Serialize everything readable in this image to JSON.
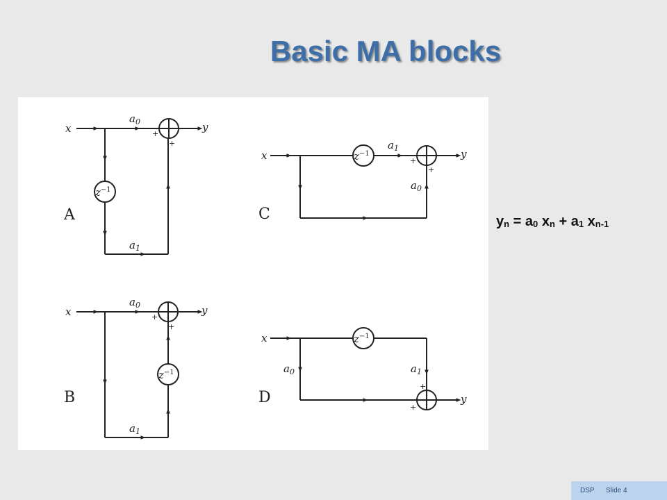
{
  "slide": {
    "title": "Basic MA blocks"
  },
  "diagrams": {
    "A": {
      "label": "A",
      "input": "x",
      "output": "y",
      "top_coef": "a",
      "top_coef_sub": "0",
      "bottom_coef": "a",
      "bottom_coef_sub": "1",
      "delay": "z",
      "delay_exp": "−1",
      "sum_sign_left": "+",
      "sum_sign_bottom": "+"
    },
    "B": {
      "label": "B",
      "input": "x",
      "output": "y",
      "top_coef": "a",
      "top_coef_sub": "0",
      "bottom_coef": "a",
      "bottom_coef_sub": "1",
      "delay": "z",
      "delay_exp": "−1",
      "sum_sign_left": "+",
      "sum_sign_bottom": "+"
    },
    "C": {
      "label": "C",
      "input": "x",
      "output": "y",
      "delay": "z",
      "delay_exp": "−1",
      "top_coef": "a",
      "top_coef_sub": "1",
      "side_coef": "a",
      "side_coef_sub": "0",
      "sum_sign_left": "+",
      "sum_sign_bottom": "+"
    },
    "D": {
      "label": "D",
      "input": "x",
      "output": "y",
      "delay": "z",
      "delay_exp": "−1",
      "left_coef": "a",
      "left_coef_sub": "0",
      "right_coef": "a",
      "right_coef_sub": "1",
      "sum_sign_top": "+",
      "sum_sign_left": "+"
    }
  },
  "equation": {
    "y": "y",
    "y_sub": "n",
    "eq": "=",
    "a0": "a",
    "a0_sub": "0",
    "x0": "x",
    "x0_sub": "n",
    "plus": "+",
    "a1": "a",
    "a1_sub": "1",
    "x1": "x",
    "x1_sub": "n-1"
  },
  "footer": {
    "course": "DSP",
    "slide_label": "Slide 4"
  }
}
